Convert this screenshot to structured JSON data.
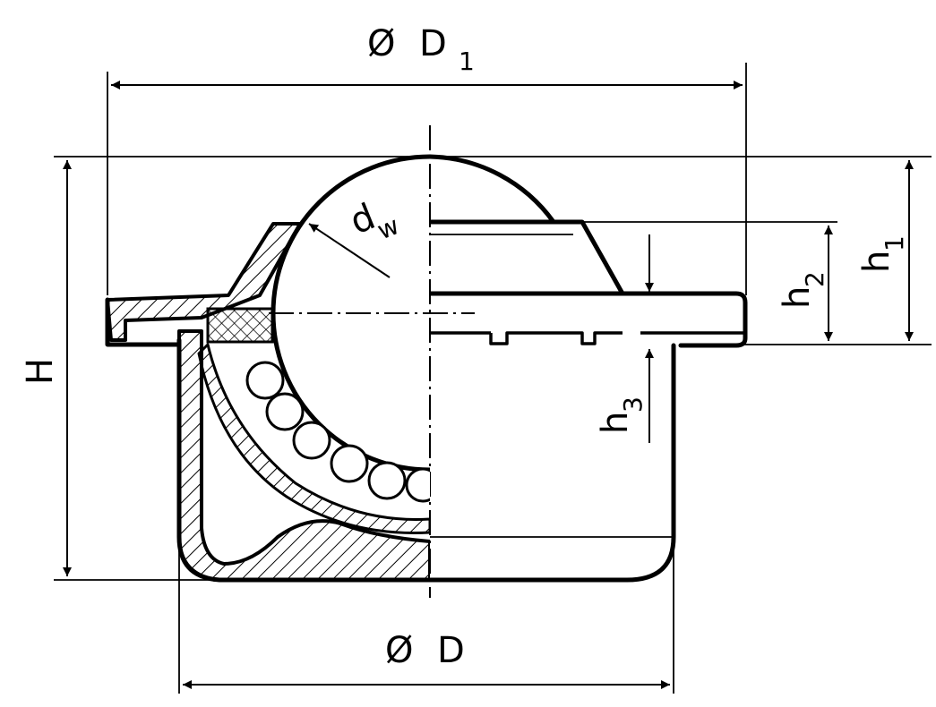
{
  "labels": {
    "D1_sym": "Ø",
    "D1_main": "D",
    "D1_sub": "1",
    "D_sym": "Ø",
    "D_main": "D",
    "H": "H",
    "dw_main": "d",
    "dw_sub": "w",
    "h1_main": "h",
    "h1_sub": "1",
    "h2_main": "h",
    "h2_sub": "2",
    "h3_main": "h",
    "h3_sub": "3"
  }
}
